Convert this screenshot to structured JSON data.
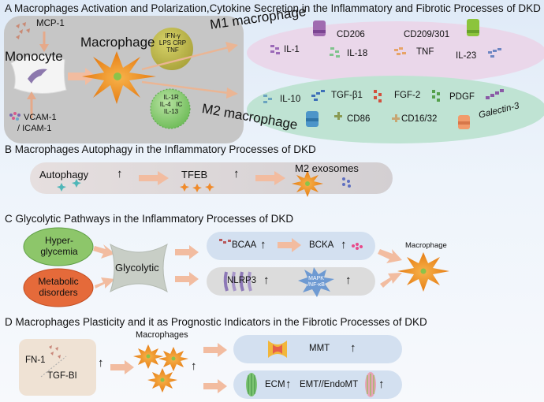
{
  "sections": {
    "a": "A  Macrophages Activation  and  Polarization,Cytokine Secretion in the Inflammatory and Fibrotic Processes of DKD",
    "b": "B  Macrophages Autophagy in the Inflammatory Processes of DKD",
    "c": "C  Glycolytic Pathways in the Inflammatory Processes of DKD",
    "d": "D  Macrophages Plasticity and it as Prognostic Indicators in the  Fibrotic Processes of DKD"
  },
  "panel_a": {
    "mcp1": "MCP-1",
    "monocyte": "Monocyte",
    "macrophage": "Macrophage",
    "vcam": "VCAM-1",
    "icam": "/ ICAM-1",
    "m1_stimuli": [
      "IFN-γ",
      "LPS",
      "CRP",
      "TNF"
    ],
    "m2_stimuli": [
      "IL-1R",
      "IL-4",
      "IC",
      "IL-13"
    ],
    "m1_label": "M1 macrophage",
    "m2_label": "M2 macrophage",
    "m1_markers": [
      "CD206",
      "CD209/301"
    ],
    "m1_cytokines": [
      "IL-1",
      "IL-18",
      "TNF",
      "IL-23"
    ],
    "m2_cytokines": [
      "IL-10",
      "TGF-β1",
      "FGF-2",
      "PDGF"
    ],
    "m2_markers": [
      "CD86",
      "CD16/32",
      "Galectin-3"
    ]
  },
  "panel_b": {
    "autophagy": "Autophagy",
    "tfeb": "TFEB",
    "exosomes": "M2  exosomes",
    "up": "↑"
  },
  "panel_c": {
    "hyper": "Hyper-\nglycemia",
    "metabolic": "Metabolic\ndisorders",
    "glycolytic": "Glycolytic",
    "bcaa": "BCAA",
    "bcka": "BCKA",
    "nlrp3": "NLRP3",
    "mapk": "MAPK\n/NF-κB",
    "macrophage": "Macrophage",
    "up": "↑"
  },
  "panel_d": {
    "fn1": "FN-1",
    "tgfbi": "TGF-BI",
    "macrophages": "Macrophages",
    "mmt": "MMT",
    "ecm": "ECM",
    "emt": "EMT//EndoMT",
    "up": "↑"
  },
  "colors": {
    "gray_box": "#c9c9c9",
    "m1_pink": "#ecd8ec",
    "m2_green": "#bfe4d6",
    "macrophage_orange": "#e98a1e",
    "arrow": "#eab594",
    "hyper_green": "#8cc66b",
    "metabolic_orange": "#e56b3c",
    "pill_blue": "#d6e2f1",
    "pill_gray": "#dcdcdc"
  }
}
